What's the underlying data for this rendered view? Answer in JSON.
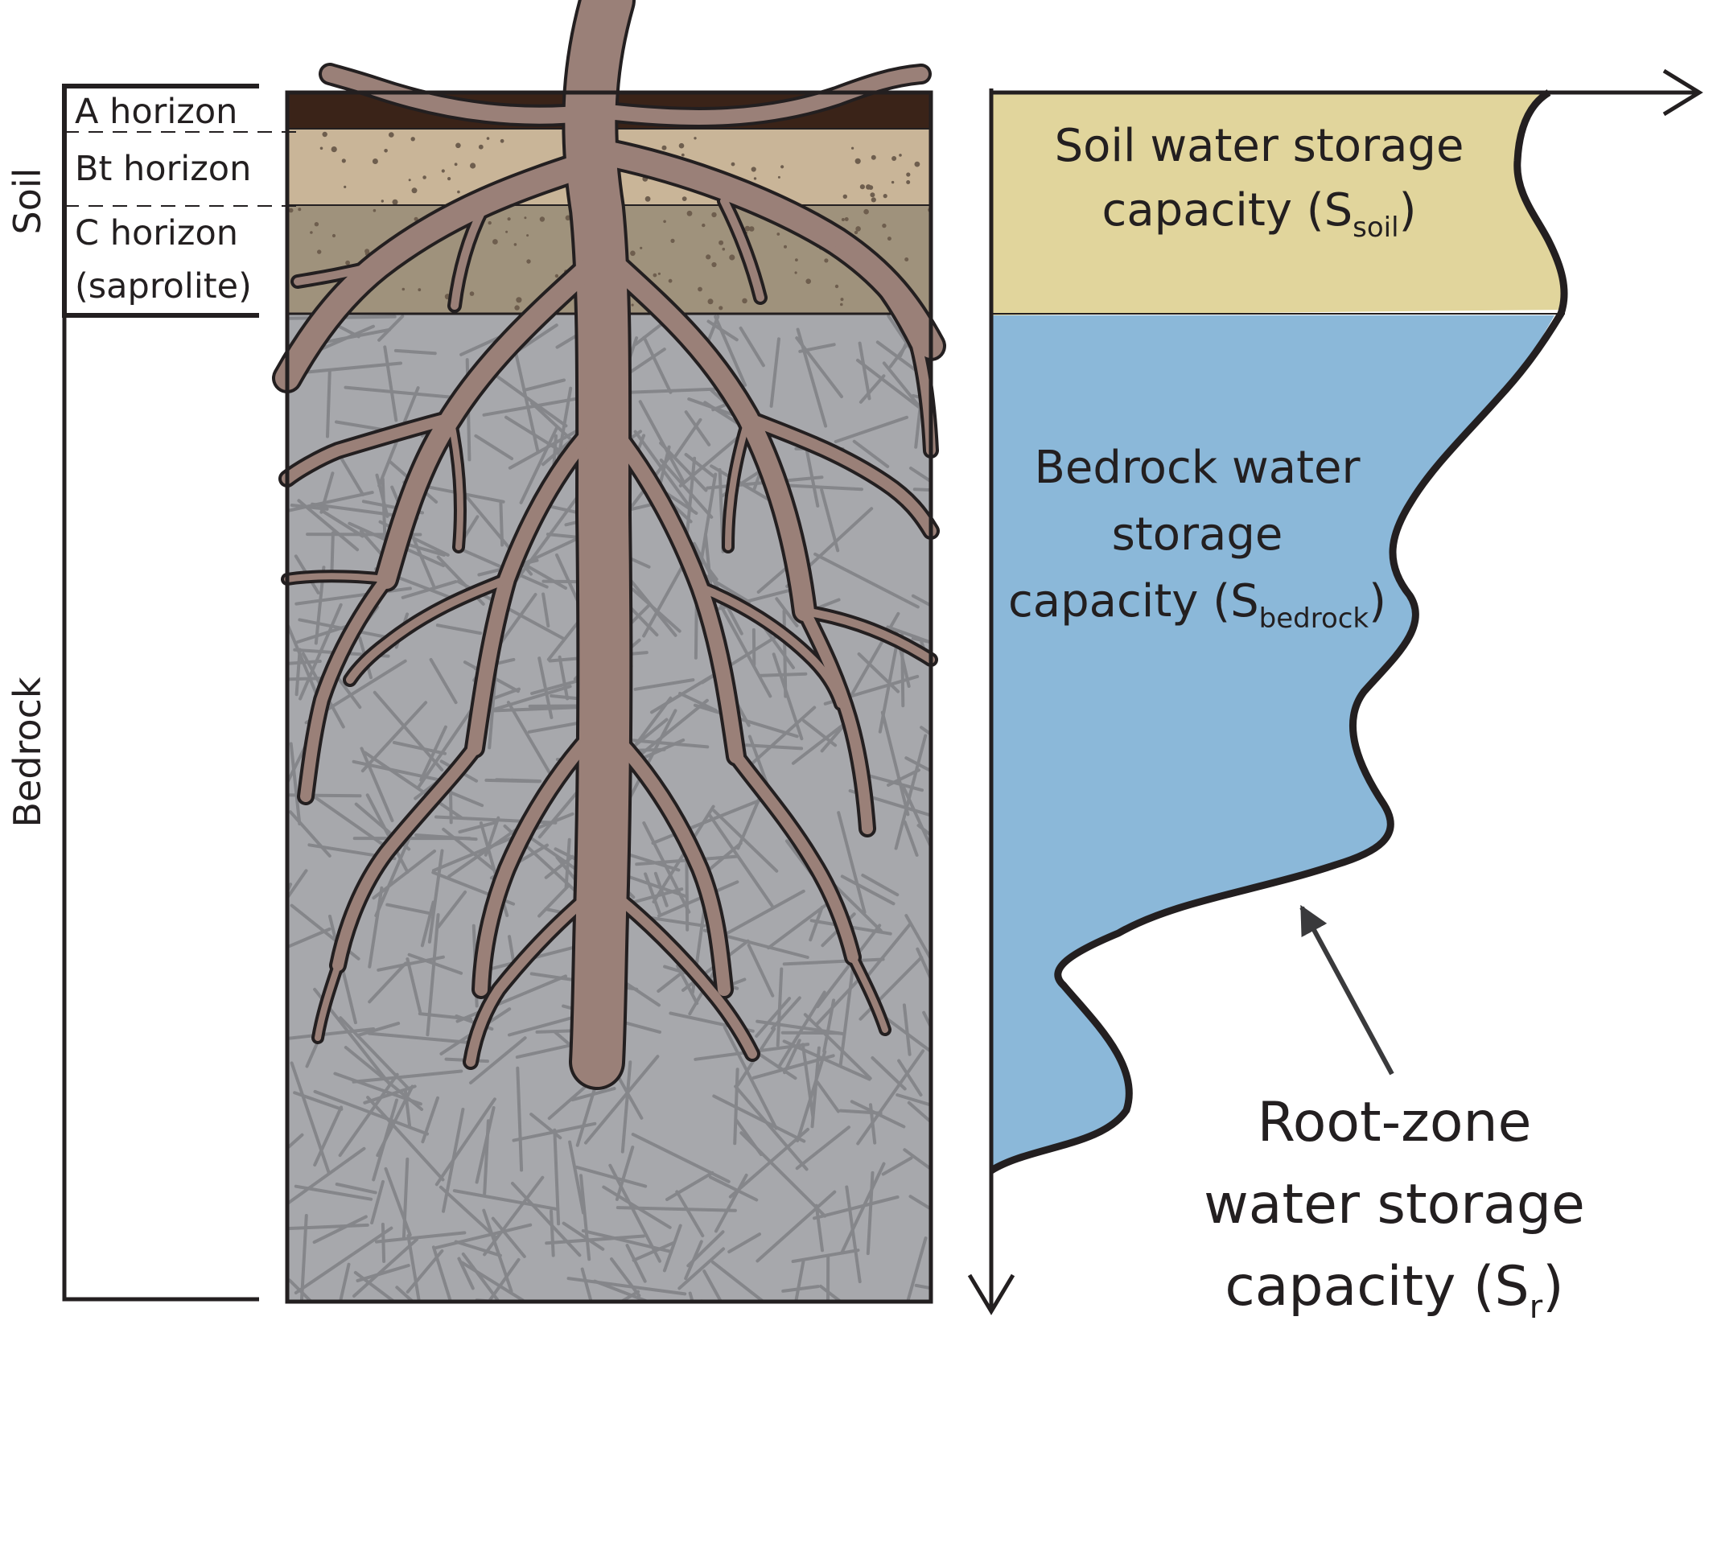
{
  "labels": {
    "soil": "Soil",
    "bedrock": "Bedrock",
    "a_horizon": "A horizon",
    "bt_horizon": "Bt horizon",
    "c_horizon": "C horizon",
    "saprolite": "(saprolite)"
  },
  "storage": {
    "soil_line1": "Soil water storage",
    "soil_line2_prefix": "capacity (S",
    "soil_sub": "soil",
    "soil_close": ")",
    "bedrock_line1": "Bedrock water",
    "bedrock_line2": "storage",
    "bedrock_line3_prefix": "capacity (S",
    "bedrock_sub": "bedrock",
    "bedrock_close": ")",
    "root_line1": "Root-zone",
    "root_line2": "water storage",
    "root_line3_prefix": "capacity (S",
    "root_sub": "r",
    "root_close": ")"
  },
  "colors": {
    "a_horizon": "#3a2318",
    "bt_horizon": "#c9b598",
    "c_horizon": "#9f927c",
    "bedrock": "#a7a8ac",
    "bedrock_lines": "#85868a",
    "roots": "#9a8078",
    "root_outline": "#231f20",
    "soil_storage": "#e1d59c",
    "bedrock_storage": "#8bb8d9"
  },
  "icons": {
    "depth_axis": "down-arrow",
    "storage_axis": "right-arrow",
    "pointer": "filled-arrow"
  }
}
